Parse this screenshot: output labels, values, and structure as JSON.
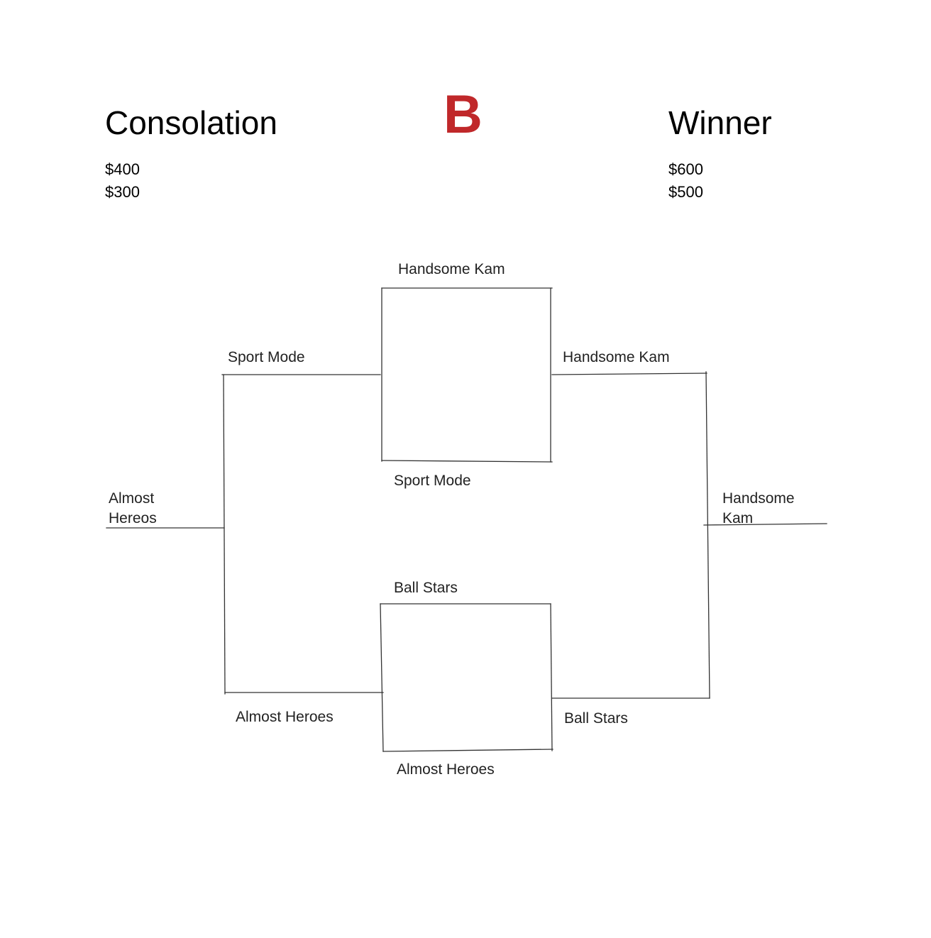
{
  "colors": {
    "bracket_letter": "#c0282a",
    "line": "#333333"
  },
  "consolation": {
    "title": "Consolation",
    "prizes": [
      "$400",
      "$300"
    ]
  },
  "bracket_letter": "B",
  "winner": {
    "title": "Winner",
    "prizes": [
      "$600",
      "$500"
    ]
  },
  "bracket": {
    "semi_top_player_1": "Handsome Kam",
    "semi_top_player_2": "Sport Mode",
    "semi_bottom_player_1": "Ball Stars",
    "semi_bottom_player_2": "Almost Heroes",
    "final_top_slot": "Handsome Kam",
    "final_bottom_slot": "Ball Stars",
    "champion": [
      "Handsome",
      "Kam"
    ],
    "consolation_top_slot": "Sport Mode",
    "consolation_bottom_slot": "Almost Heroes",
    "consolation_champion": [
      "Almost",
      "Hereos"
    ]
  }
}
